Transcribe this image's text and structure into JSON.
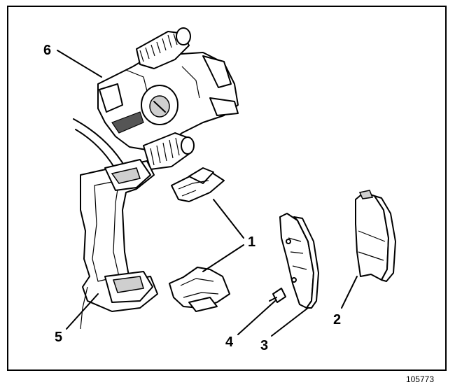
{
  "callouts": {
    "c1": "1",
    "c2": "2",
    "c3": "3",
    "c4": "4",
    "c5": "5",
    "c6": "6"
  },
  "figure_number": "105773"
}
